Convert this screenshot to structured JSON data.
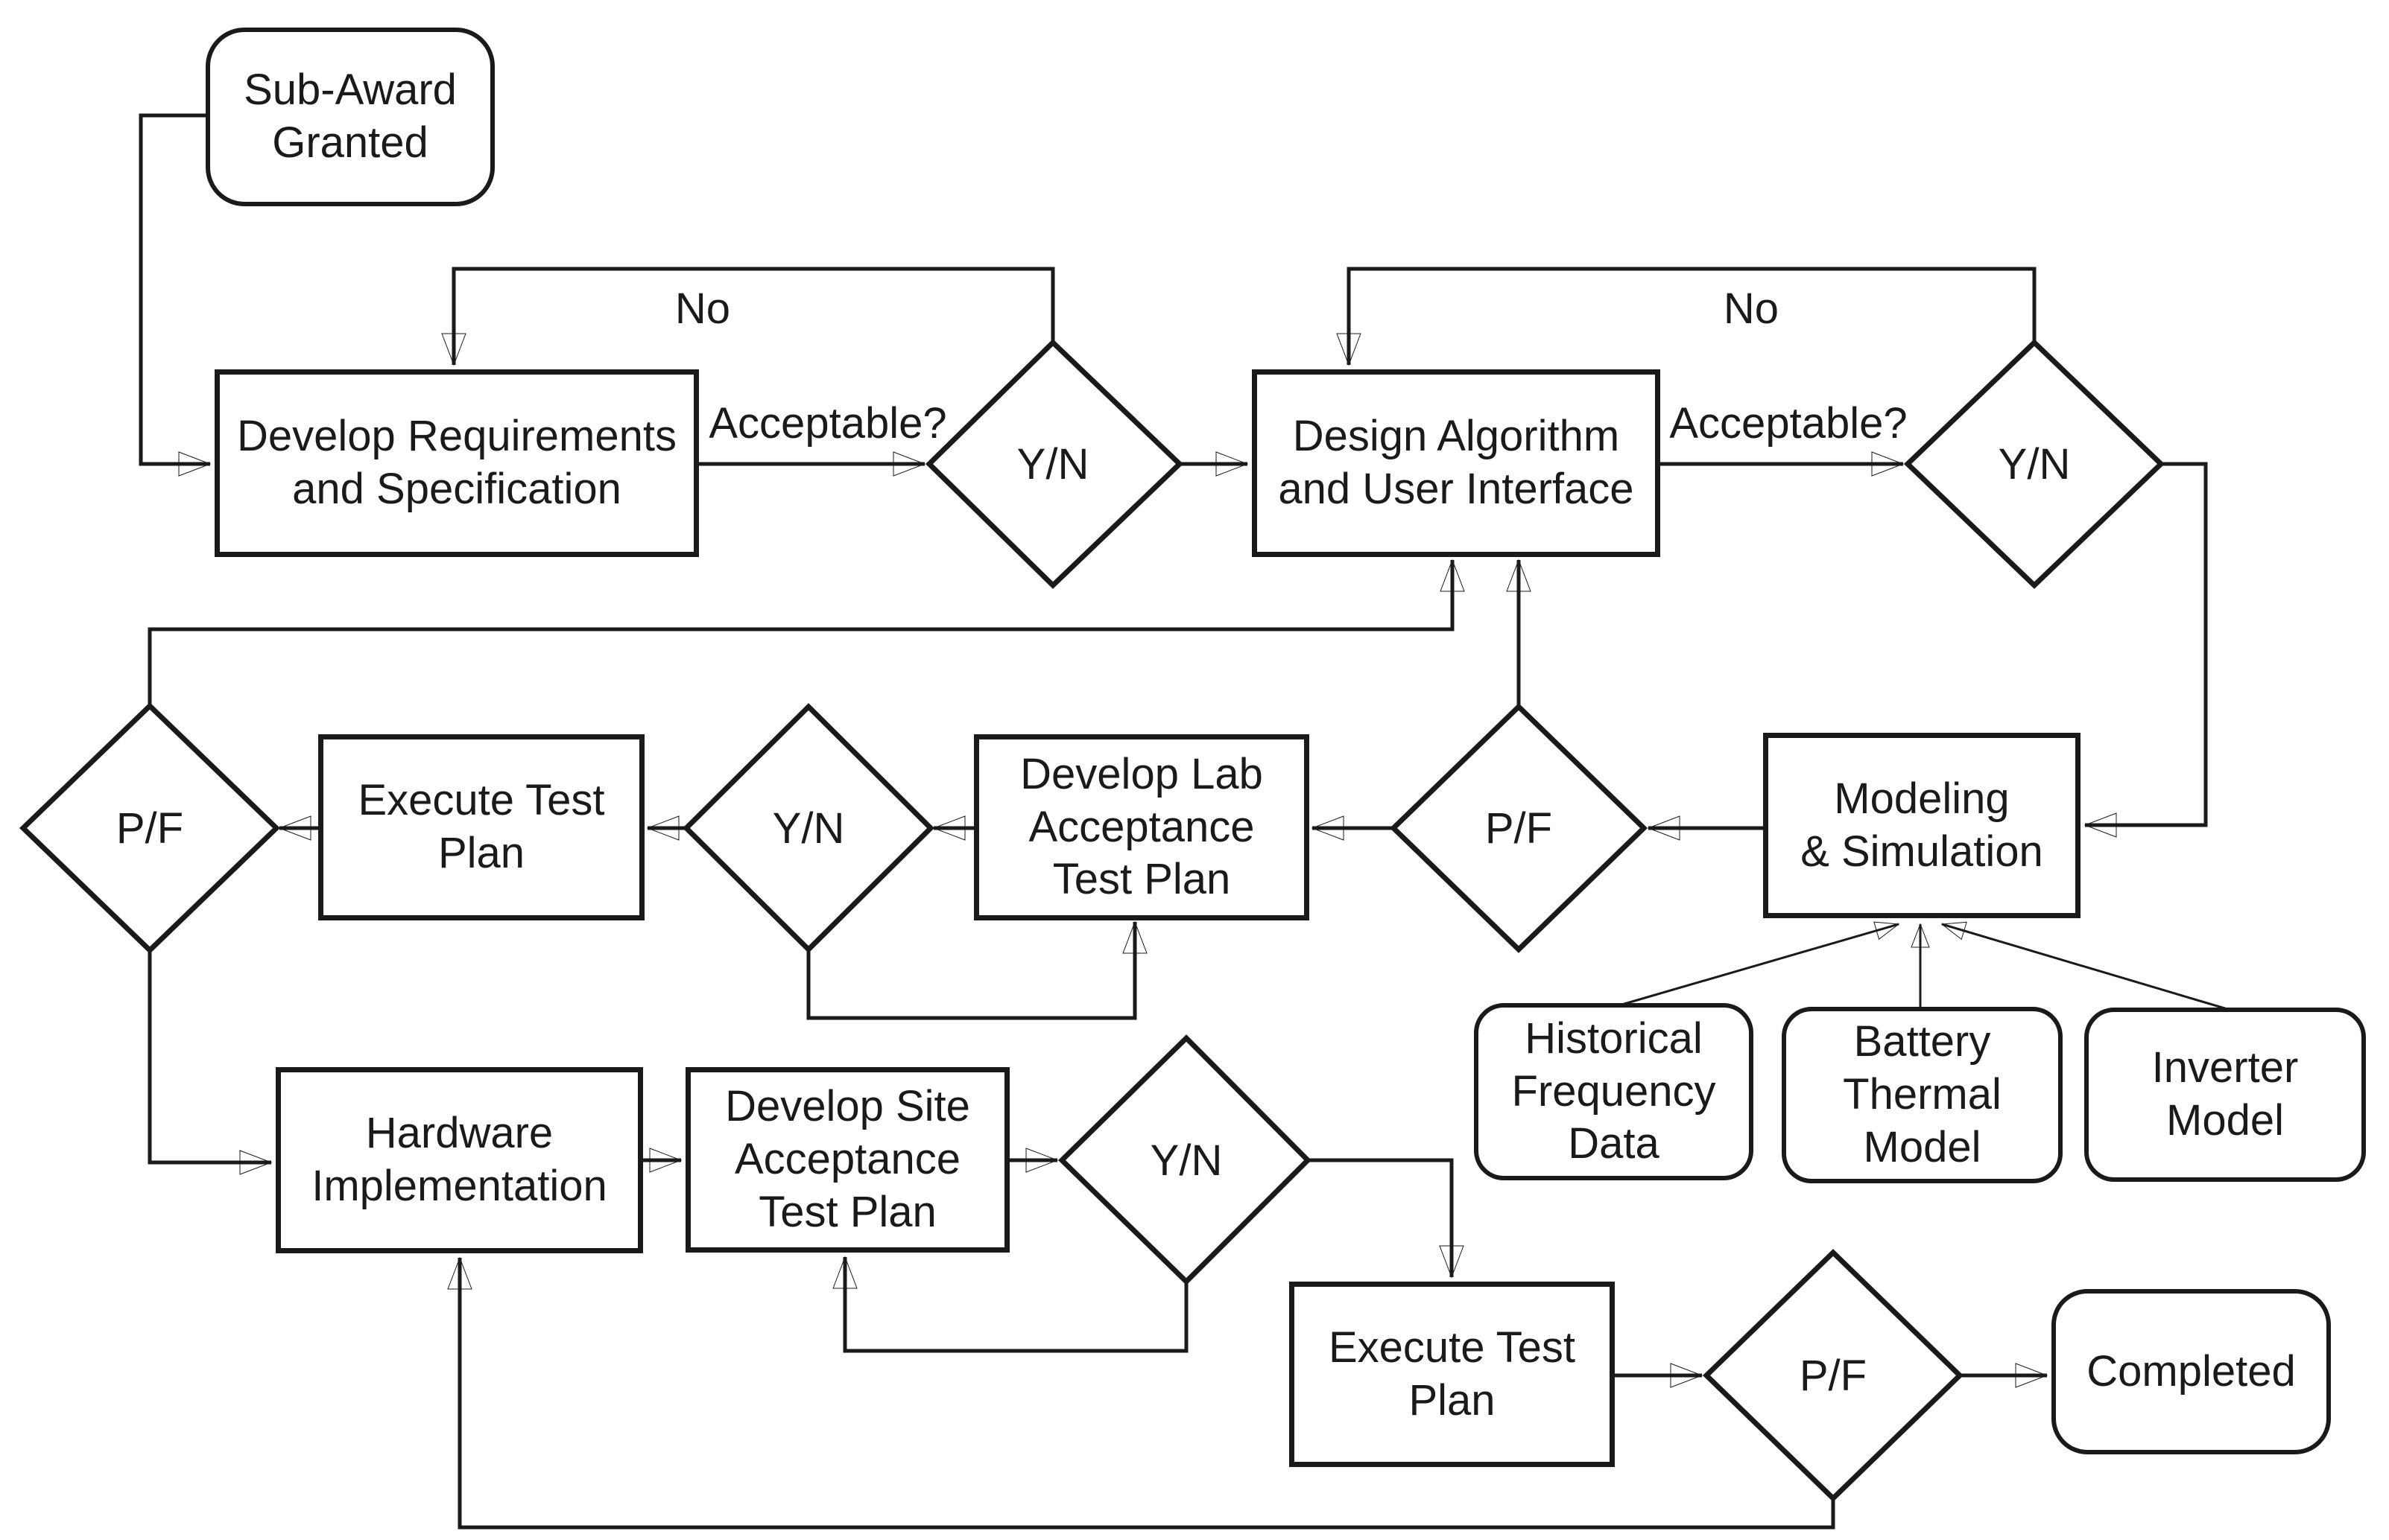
{
  "diagram": {
    "type": "flowchart",
    "description": "Project workflow flowchart from sub-award grant through completion"
  },
  "colors": {
    "stroke": "#1a1a1a",
    "background": "#ffffff",
    "text": "#1a1a1a"
  },
  "nodes": {
    "sub_award": {
      "label": "Sub-Award\nGranted",
      "shape": "rounded"
    },
    "develop_requirements": {
      "label": "Develop Requirements\nand Specification",
      "shape": "rect"
    },
    "decision_requirements": {
      "label": "Y/N",
      "shape": "diamond"
    },
    "design_algorithm": {
      "label": "Design Algorithm\nand User Interface",
      "shape": "rect"
    },
    "decision_design": {
      "label": "Y/N",
      "shape": "diamond"
    },
    "modeling_simulation": {
      "label": "Modeling\n& Simulation",
      "shape": "rect"
    },
    "decision_modeling": {
      "label": "P/F",
      "shape": "diamond"
    },
    "develop_lab_plan": {
      "label": "Develop Lab\nAcceptance\nTest Plan",
      "shape": "rect"
    },
    "decision_lab_plan": {
      "label": "Y/N",
      "shape": "diamond"
    },
    "execute_test_plan_lab": {
      "label": "Execute Test\nPlan",
      "shape": "rect"
    },
    "decision_lab_test": {
      "label": "P/F",
      "shape": "diamond"
    },
    "hardware_implementation": {
      "label": "Hardware\nImplementation",
      "shape": "rect"
    },
    "develop_site_plan": {
      "label": "Develop Site\nAcceptance\nTest Plan",
      "shape": "rect"
    },
    "decision_site_plan": {
      "label": "Y/N",
      "shape": "diamond"
    },
    "execute_test_plan_site": {
      "label": "Execute Test\nPlan",
      "shape": "rect"
    },
    "decision_site_test": {
      "label": "P/F",
      "shape": "diamond"
    },
    "completed": {
      "label": "Completed",
      "shape": "rounded"
    },
    "historical_frequency_data": {
      "label": "Historical\nFrequency\nData",
      "shape": "rounded"
    },
    "battery_thermal_model": {
      "label": "Battery\nThermal\nModel",
      "shape": "rounded"
    },
    "inverter_model": {
      "label": "Inverter\nModel",
      "shape": "rounded"
    }
  },
  "edge_labels": {
    "no_requirements": "No",
    "acceptable_requirements": "Acceptable?",
    "no_design": "No",
    "acceptable_design": "Acceptable?"
  }
}
